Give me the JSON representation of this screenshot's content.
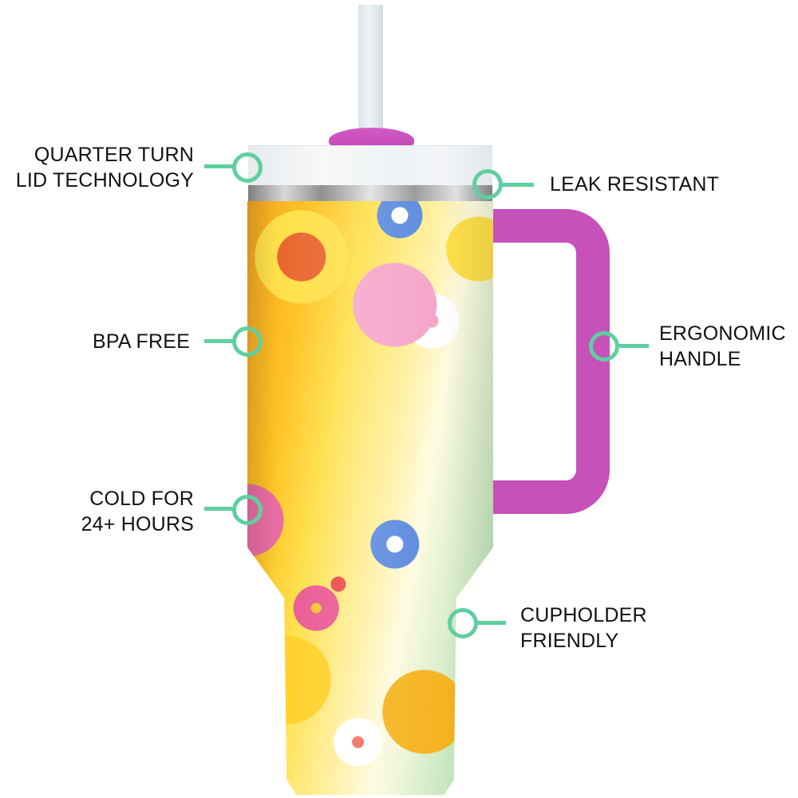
{
  "product": {
    "name": "Tumbler with handle and straw",
    "colors": {
      "accent_callout": "#5fcfa0",
      "handle": "#c651b9",
      "straw_cap": "#cf56c3",
      "lid": "#f2f5f7",
      "text": "#111111"
    }
  },
  "callouts": {
    "lid": {
      "line1": "QUARTER TURN",
      "line2": "LID TECHNOLOGY"
    },
    "leak": {
      "line1": "LEAK RESISTANT"
    },
    "bpa": {
      "line1": "BPA FREE"
    },
    "handle": {
      "line1": "ERGONOMIC",
      "line2": "HANDLE"
    },
    "cold": {
      "line1": "COLD FOR",
      "line2": "24+ HOURS"
    },
    "cupholder": {
      "line1": "CUPHOLDER",
      "line2": "FRIENDLY"
    }
  }
}
